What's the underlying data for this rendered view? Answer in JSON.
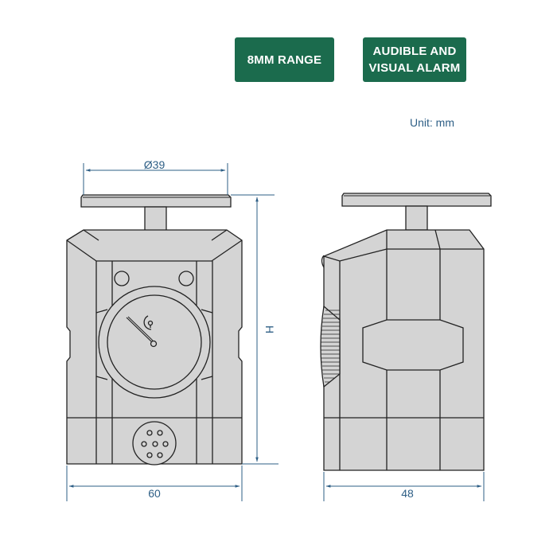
{
  "badges": {
    "range": "8MM  RANGE",
    "alarm": "AUDIBLE AND\nVISUAL ALARM"
  },
  "unit_label": "Unit: mm",
  "dimensions": {
    "plate_diameter": "Ø39",
    "height": "H",
    "front_width": "60",
    "side_width": "48"
  },
  "views": {
    "front": "front-view",
    "side": "side-view"
  },
  "colors": {
    "badge_bg": "#1b6b4d",
    "badge_text": "#ffffff",
    "dimension": "#2e5f86",
    "body_fill": "#d4d4d4",
    "outline": "#222222"
  }
}
